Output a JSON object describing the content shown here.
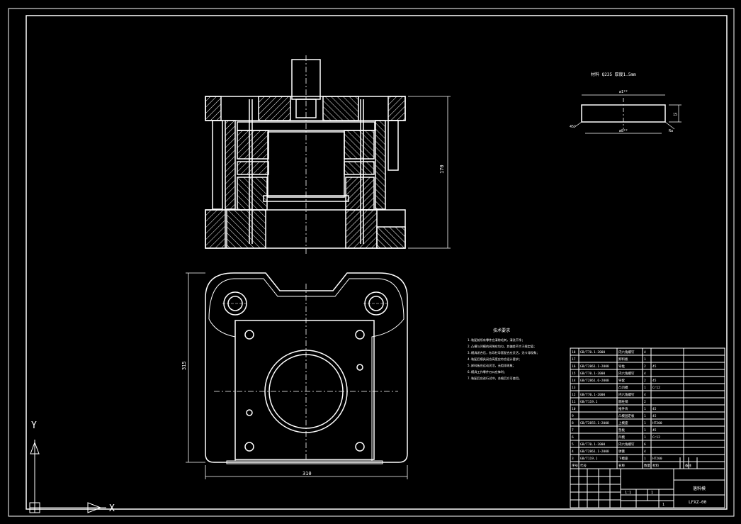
{
  "drawing": {
    "background": "#000000",
    "line_color": "#ffffff",
    "hatch_color": "#ffffff",
    "centerline_color": "#ffffff",
    "dims": {
      "overall_height": "170",
      "plan_height": "315",
      "plan_width": "310",
      "part_width_top": "ø1**",
      "part_width_bottom": "ø8**",
      "part_thickness": "15",
      "part_chamfer_left": "45°",
      "part_chamfer_right": "Ra"
    },
    "part_caption": "材料  Q235  厚度1.5mm",
    "tech_req": {
      "title": "技术要求",
      "lines": [
        "1.装配前所有零件应清除毛刺，清洗干净；",
        "2.凸模与凹模的间隙应均匀，其偏差不大于规定值；",
        "3.模具闭合后，各导柱导套配合应灵活，无卡滞现象；",
        "4.装配后模具闭合高度应符合设计要求；",
        "5.卸料板应运动灵活，无阻滞现象；",
        "6.模具工作零件刃口应锋利；",
        "7.装配后应进行试冲，合格后方可使用。"
      ]
    }
  },
  "bom": {
    "rows": [
      {
        "no": "18",
        "code": "GB/T70.1-2000",
        "name": "内六角螺钉",
        "qty": "4",
        "mat": "",
        "note": ""
      },
      {
        "no": "17",
        "code": "",
        "name": "卸料板",
        "qty": "1",
        "mat": "",
        "note": ""
      },
      {
        "no": "16",
        "code": "GB/T2861.1-2008",
        "name": "导柱",
        "qty": "2",
        "mat": "45",
        "note": ""
      },
      {
        "no": "15",
        "code": "GB/T70.1-2000",
        "name": "内六角螺钉",
        "qty": "4",
        "mat": "",
        "note": ""
      },
      {
        "no": "14",
        "code": "GB/T2861.6-2008",
        "name": "导套",
        "qty": "2",
        "mat": "45",
        "note": ""
      },
      {
        "no": "13",
        "code": "",
        "name": "凸凹模",
        "qty": "1",
        "mat": "Cr12",
        "note": ""
      },
      {
        "no": "12",
        "code": "GB/T70.1-2000",
        "name": "内六角螺钉",
        "qty": "4",
        "mat": "",
        "note": ""
      },
      {
        "no": "11",
        "code": "GB/T119.1",
        "name": "圆柱销",
        "qty": "2",
        "mat": "",
        "note": ""
      },
      {
        "no": "10",
        "code": "",
        "name": "推件块",
        "qty": "1",
        "mat": "45",
        "note": ""
      },
      {
        "no": "9",
        "code": "",
        "name": "凸模固定板",
        "qty": "1",
        "mat": "45",
        "note": ""
      },
      {
        "no": "8",
        "code": "GB/T2855.1-2008",
        "name": "上模座",
        "qty": "1",
        "mat": "HT200",
        "note": ""
      },
      {
        "no": "7",
        "code": "",
        "name": "垫板",
        "qty": "1",
        "mat": "45",
        "note": ""
      },
      {
        "no": "6",
        "code": "",
        "name": "凹模",
        "qty": "1",
        "mat": "Cr12",
        "note": ""
      },
      {
        "no": "5",
        "code": "GB/T70.1-2000",
        "name": "内六角螺钉",
        "qty": "6",
        "mat": "",
        "note": ""
      },
      {
        "no": "4",
        "code": "GB/T2861.1-2008",
        "name": "弹簧",
        "qty": "4",
        "mat": "",
        "note": ""
      },
      {
        "no": "3",
        "code": "GB/T119.1",
        "name": "下模座",
        "qty": "1",
        "mat": "HT200",
        "note": ""
      }
    ],
    "header": {
      "no": "序号",
      "code": "代号",
      "name": "名称",
      "qty": "数量",
      "mat": "材料",
      "note": "备注"
    }
  },
  "title_block": {
    "drawing_name": "落料模",
    "drawing_no": "LFXZ-00",
    "scale": "1:1",
    "sheet": "1",
    "sheets": "1",
    "mass": ""
  },
  "ucs": {
    "x_label": "X",
    "y_label": "Y"
  }
}
